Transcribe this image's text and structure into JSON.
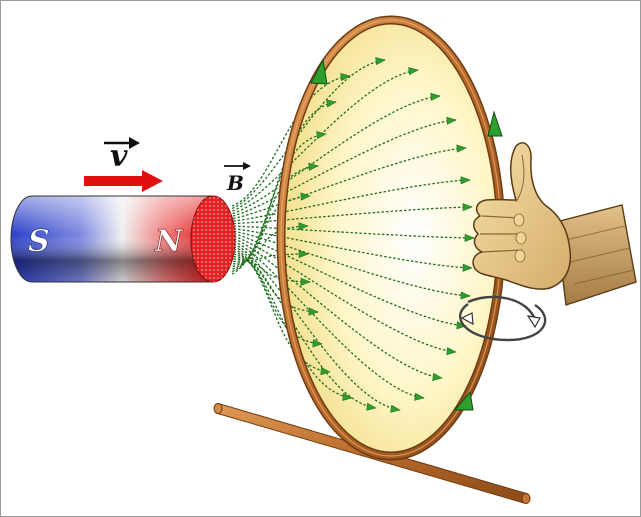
{
  "labels": {
    "velocity": "v",
    "field": "B",
    "south_pole": "S",
    "north_pole": "N"
  },
  "colors": {
    "magnet_south": "#2a3fc8",
    "magnet_north": "#e01a1a",
    "velocity_arrow": "#e01010",
    "field_lines": "#1e6e1e",
    "field_arrowheads": "#2e9e2e",
    "coil": "#b8692a",
    "coil_interior": "#fff4c0",
    "rod": "#b8692a",
    "hand_skin": "#e8c98a",
    "hand_sleeve": "#c9a06a"
  },
  "icons": {
    "hand": "right-hand-thumb-up-icon",
    "curl": "circular-arrow-icon"
  }
}
